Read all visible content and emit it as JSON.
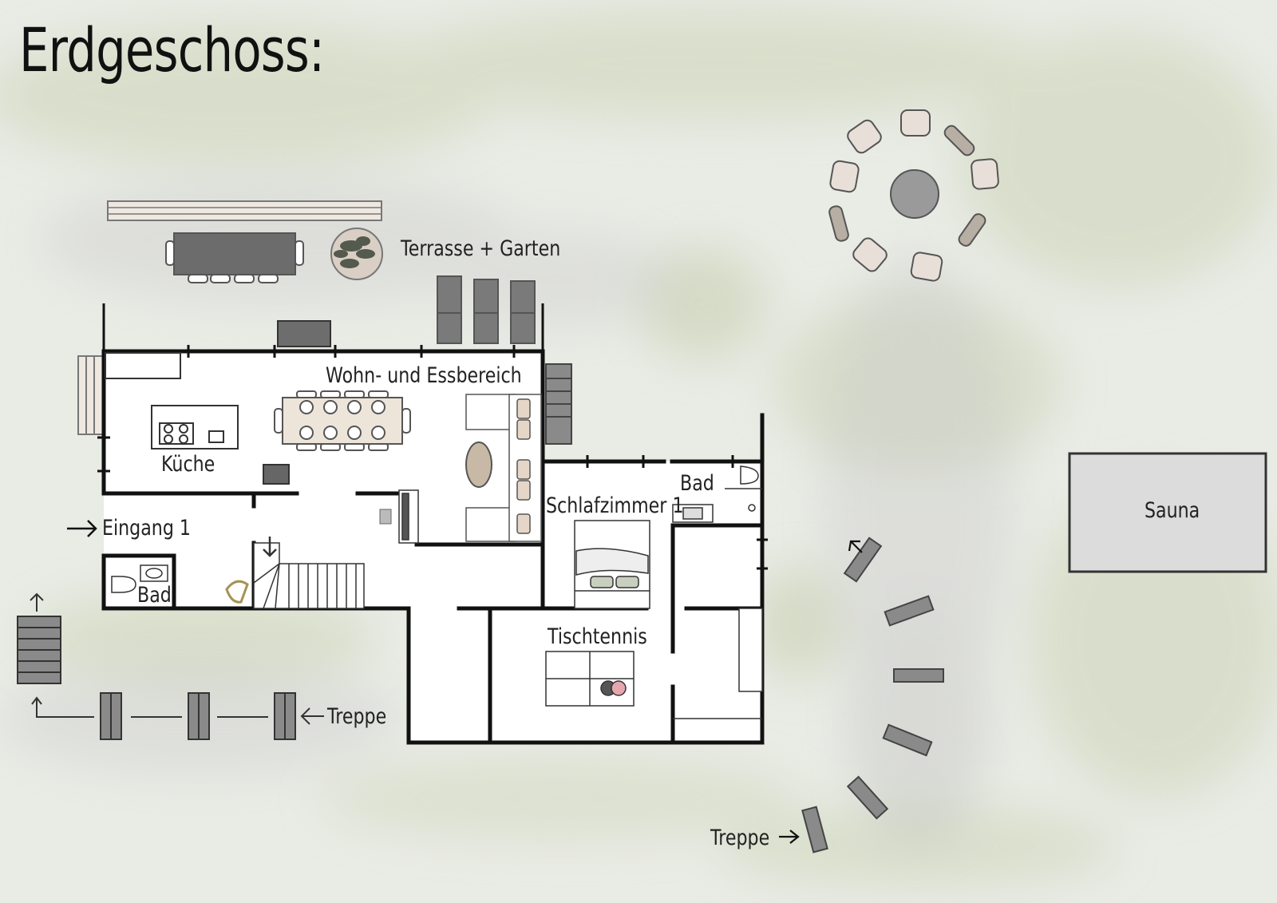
{
  "title": "Erdgeschoss:",
  "labels": {
    "terrace": "Terrasse + Garten",
    "living": "Wohn- und Essbereich",
    "kitchen": "Küche",
    "bedroom": "Schlafzimmer 1",
    "bath_upper": "Bad",
    "entrance": "Eingang 1",
    "bath_lower": "Bad",
    "table_tennis": "Tischtennis",
    "sauna": "Sauna",
    "stairs_left": "Treppe",
    "stairs_right": "Treppe"
  },
  "colors": {
    "background": "#e9ebe5",
    "wall": "#111111",
    "furniture_dark": "#6f6f6f",
    "furniture_light": "#ece4dc",
    "sauna_fill": "#dcdcdc",
    "grass": "#c9d1b5"
  }
}
